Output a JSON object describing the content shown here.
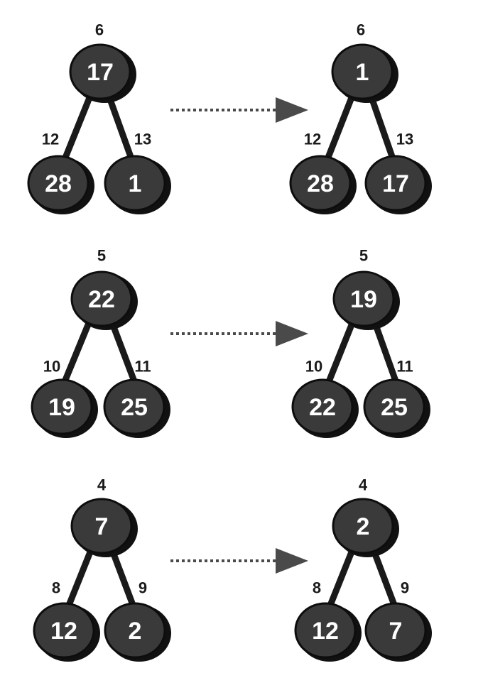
{
  "rows": [
    {
      "before": {
        "root": {
          "value": "17",
          "index": "6"
        },
        "left": {
          "value": "28",
          "index": "12"
        },
        "right": {
          "value": "1",
          "index": "13"
        }
      },
      "after": {
        "root": {
          "value": "1",
          "index": "6"
        },
        "left": {
          "value": "28",
          "index": "12"
        },
        "right": {
          "value": "17",
          "index": "13"
        }
      }
    },
    {
      "before": {
        "root": {
          "value": "22",
          "index": "5"
        },
        "left": {
          "value": "19",
          "index": "10"
        },
        "right": {
          "value": "25",
          "index": "11"
        }
      },
      "after": {
        "root": {
          "value": "19",
          "index": "5"
        },
        "left": {
          "value": "22",
          "index": "10"
        },
        "right": {
          "value": "25",
          "index": "11"
        }
      }
    },
    {
      "before": {
        "root": {
          "value": "7",
          "index": "4"
        },
        "left": {
          "value": "12",
          "index": "8"
        },
        "right": {
          "value": "2",
          "index": "9"
        }
      },
      "after": {
        "root": {
          "value": "2",
          "index": "4"
        },
        "left": {
          "value": "12",
          "index": "8"
        },
        "right": {
          "value": "7",
          "index": "9"
        }
      }
    }
  ]
}
